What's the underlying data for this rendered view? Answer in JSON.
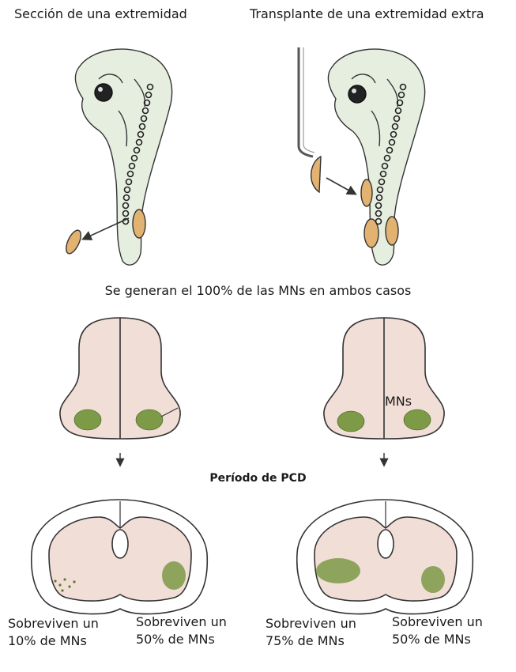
{
  "titles": {
    "left": "Sección de una extremidad",
    "right": "Transplante de una extremidad extra"
  },
  "middle_text": "Se generan el 100% de las MNs en ambos casos",
  "mns_label": "MNs",
  "pcd_label": "Período de PCD",
  "captions": [
    {
      "line1": "Sobreviven un",
      "line2": "10% de MNs"
    },
    {
      "line1": "Sobreviven un",
      "line2": "50% de MNs"
    },
    {
      "line1": "Sobreviven un",
      "line2": "75% de MNs"
    },
    {
      "line1": "Sobreviven un",
      "line2": "50% de MNs"
    }
  ],
  "colors": {
    "embryo_fill": "#e6eee0",
    "limb_fill": "#e2b271",
    "cord_fill": "#f1ded6",
    "neuron_fill": "#5c7a2e",
    "stroke": "#333333"
  }
}
